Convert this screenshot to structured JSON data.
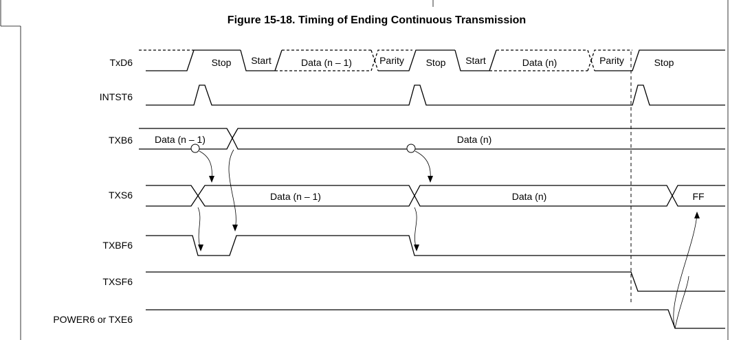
{
  "title": "Figure 15-18.  Timing of Ending Continuous Transmission",
  "signals": [
    {
      "name": "TxD6"
    },
    {
      "name": "INTST6"
    },
    {
      "name": "TXB6"
    },
    {
      "name": "TXS6"
    },
    {
      "name": "TXBF6"
    },
    {
      "name": "TXSF6"
    },
    {
      "name": "POWER6 or TXE6"
    }
  ],
  "txd6_fields": [
    "Stop",
    "Start",
    "Data (n – 1)",
    "Parity",
    "Stop",
    "Start",
    "Data (n)",
    "Parity",
    "Stop"
  ],
  "txb6_values": [
    "Data (n – 1)",
    "Data (n)"
  ],
  "txs6_values": [
    "Data (n – 1)",
    "Data (n)",
    "FF"
  ]
}
